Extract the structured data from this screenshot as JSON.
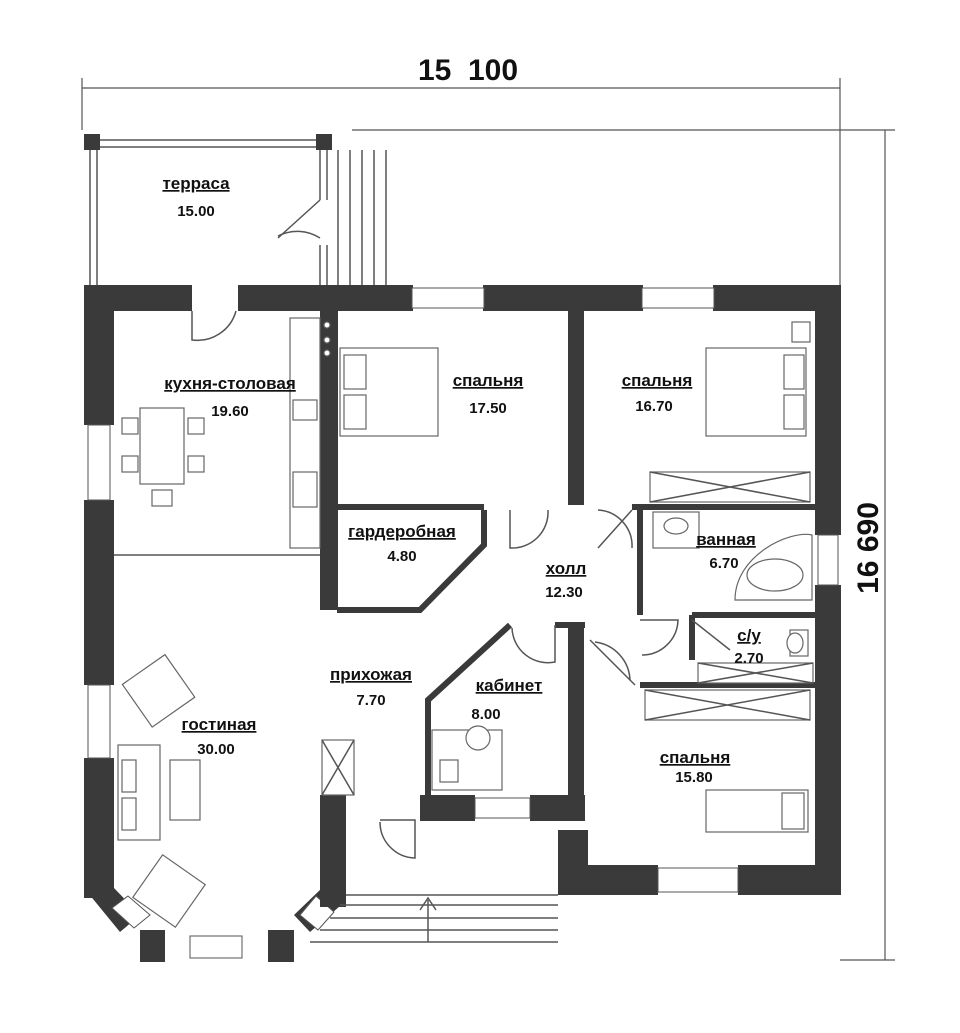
{
  "dimensions": {
    "width": "15  100",
    "height": "16 690"
  },
  "rooms": {
    "terrace": {
      "name": "терраса",
      "area": "15.00"
    },
    "kitchen": {
      "name": "кухня-столовая",
      "area": "19.60"
    },
    "bedroom1": {
      "name": "спальня",
      "area": "17.50"
    },
    "bedroom2": {
      "name": "спальня",
      "area": "16.70"
    },
    "wardrobe": {
      "name": "гардеробная",
      "area": "4.80"
    },
    "bathroom": {
      "name": "ванная",
      "area": "6.70"
    },
    "hall": {
      "name": "холл",
      "area": "12.30"
    },
    "wc": {
      "name": "с/у",
      "area": "2.70"
    },
    "entrance": {
      "name": "прихожая",
      "area": "7.70"
    },
    "study": {
      "name": "кабинет",
      "area": "8.00"
    },
    "living": {
      "name": "гостиная",
      "area": "30.00"
    },
    "bedroom3": {
      "name": "спальня",
      "area": "15.80"
    }
  }
}
